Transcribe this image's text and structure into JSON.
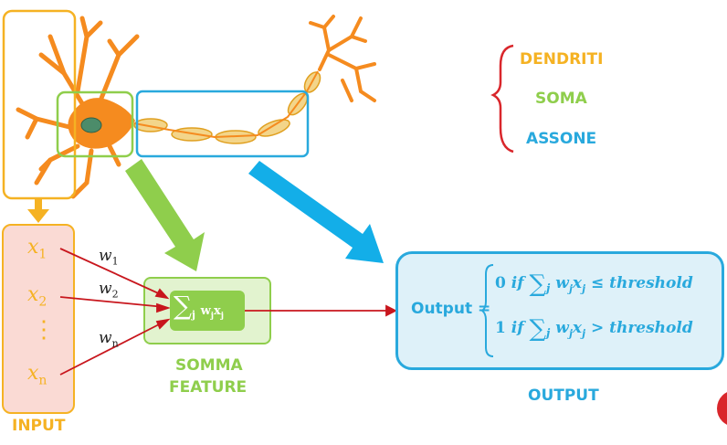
{
  "legend": {
    "dendrites": "DENDRITI",
    "soma": "SOMA",
    "axon": "ASSONE"
  },
  "inputs": {
    "x1": "x",
    "x1_sub": "1",
    "x2": "x",
    "x2_sub": "2",
    "dots": "⋮",
    "xn": "x",
    "xn_sub": "n"
  },
  "weights": {
    "w1": "w",
    "w1_sub": "1",
    "w2": "w",
    "w2_sub": "2",
    "wn": "w",
    "wn_sub": "n"
  },
  "sum_node": {
    "sigma": "∑",
    "index": "j",
    "term": "w",
    "term_sub1": "j",
    "term_x": "x",
    "term_sub2": "j"
  },
  "captions": {
    "input": "INPUT",
    "feature_sum_line1": "SOMMA",
    "feature_sum_line2": "FEATURE",
    "output": "OUTPUT"
  },
  "output_formula": {
    "label": "Output =",
    "case1_value": "0",
    "case1_if": "if",
    "case1_expr": "w",
    "case1_sub": "j",
    "case1_x": "x",
    "case1_xsub": "j",
    "case1_rel": "≤ threshold",
    "case2_value": "1",
    "case2_if": "if",
    "case2_expr": "w",
    "case2_sub": "j",
    "case2_x": "x",
    "case2_xsub": "j",
    "case2_rel": "> threshold",
    "sum_index": "j",
    "sigma": "∑"
  },
  "colors": {
    "dendrites": "#f5b223",
    "soma": "#8fce4c",
    "axon": "#29a9dd",
    "brace": "#d9262b",
    "connection": "#c8161d",
    "neuron_body": "#f58b1f",
    "nucleus": "#4c8c6a",
    "axon_segment": "#f3d58a",
    "input_panel": "#fadad4"
  }
}
